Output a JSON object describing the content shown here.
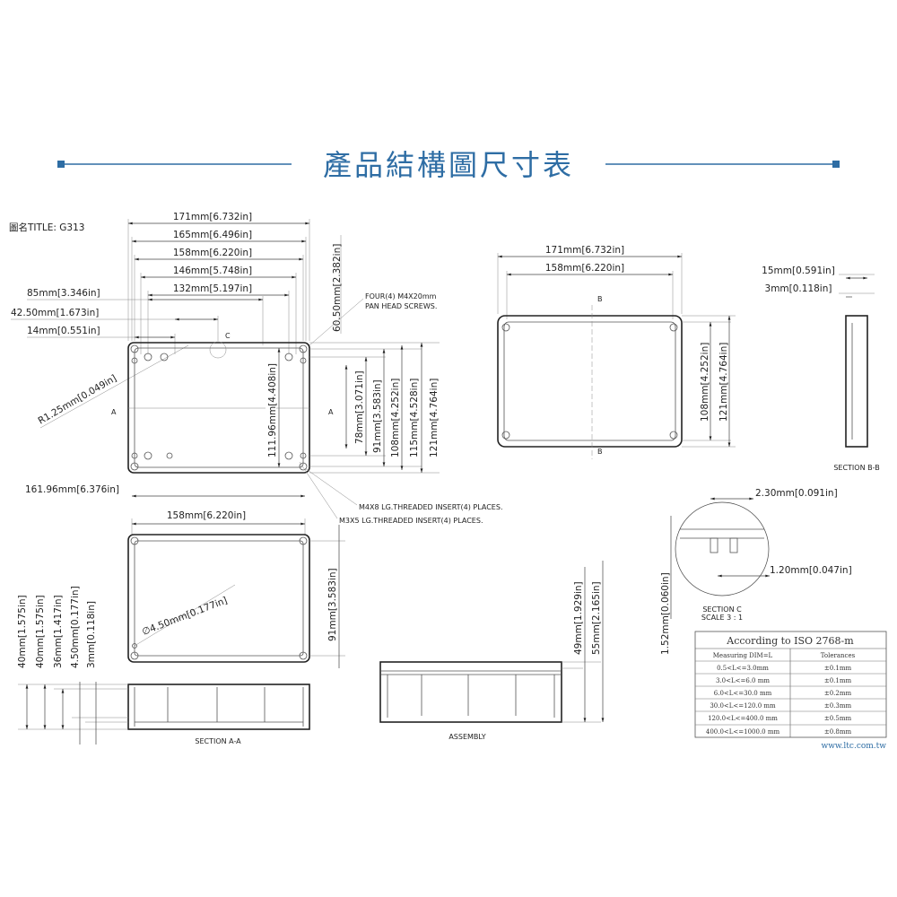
{
  "title": "產品結構圖尺寸表",
  "accent_color": "#2e6da4",
  "drawing_title": "圖名TITLE: G313",
  "top_view": {
    "dims_h": [
      "171mm[6.732in]",
      "165mm[6.496in]",
      "158mm[6.220in]",
      "146mm[5.748in]",
      "132mm[5.197in]",
      "85mm[3.346in]",
      "42.50mm[1.673in]",
      "14mm[0.551in]",
      "161.96mm[6.376in]"
    ],
    "radius": "R1.25mm[0.049in]",
    "height_inner": "111.96mm[4.408in]",
    "offset": "60.50mm[2.382in]",
    "dims_v": [
      "78mm[3.071in]",
      "91mm[3.583in]",
      "108mm[4.252in]",
      "115mm[4.528in]",
      "121mm[4.764in]"
    ],
    "label_c": "C",
    "label_a": "A",
    "note_screws": [
      "FOUR(4) M4X20mm",
      "PAN HEAD SCREWS."
    ],
    "note_insert_m4": "M4X8 LG.THREADED INSERT(4) PLACES.",
    "note_insert_m3": "M3X5 LG.THREADED INSERT(4) PLACES."
  },
  "bottom_view": {
    "width": "158mm[6.220in]",
    "hole": "∅4.50mm[0.177in]",
    "height": "91mm[3.583in]"
  },
  "section_aa": {
    "label": "SECTION A-A",
    "dims_v": [
      "40mm[1.575in]",
      "40mm[1.575in]",
      "36mm[1.417in]",
      "4.50mm[0.177in]",
      "3mm[0.118in]"
    ]
  },
  "assembly": {
    "label": "ASSEMBLY",
    "dims_v": [
      "49mm[1.929in]",
      "55mm[2.165in]"
    ]
  },
  "lid_view": {
    "dims_h": [
      "171mm[6.732in]",
      "158mm[6.220in]"
    ],
    "dims_v": [
      "108mm[4.252in]",
      "121mm[4.764in]"
    ],
    "label_b": "B"
  },
  "section_bb": {
    "label": "SECTION B-B",
    "dims": [
      "15mm[0.591in]",
      "3mm[0.118in]"
    ]
  },
  "section_c": {
    "label": "SECTION C",
    "scale": "SCALE 3 : 1",
    "dims": [
      "2.30mm[0.091in]",
      "1.20mm[0.047in]",
      "1.52mm[0.060in]"
    ]
  },
  "tolerance_table": {
    "title": "According to ISO 2768-m",
    "headers": [
      "Measuring  DIM=L",
      "Tolerances"
    ],
    "rows": [
      [
        "0.5<L<=3.0mm",
        "±0.1mm"
      ],
      [
        "3.0<L<=6.0 mm",
        "±0.1mm"
      ],
      [
        "6.0<L<=30.0 mm",
        "±0.2mm"
      ],
      [
        "30.0<L<=120.0 mm",
        "±0.3mm"
      ],
      [
        "120.0<L<=400.0 mm",
        "±0.5mm"
      ],
      [
        "400.0<L<=1000.0 mm",
        "±0.8mm"
      ]
    ]
  },
  "website": "www.ltc.com.tw"
}
